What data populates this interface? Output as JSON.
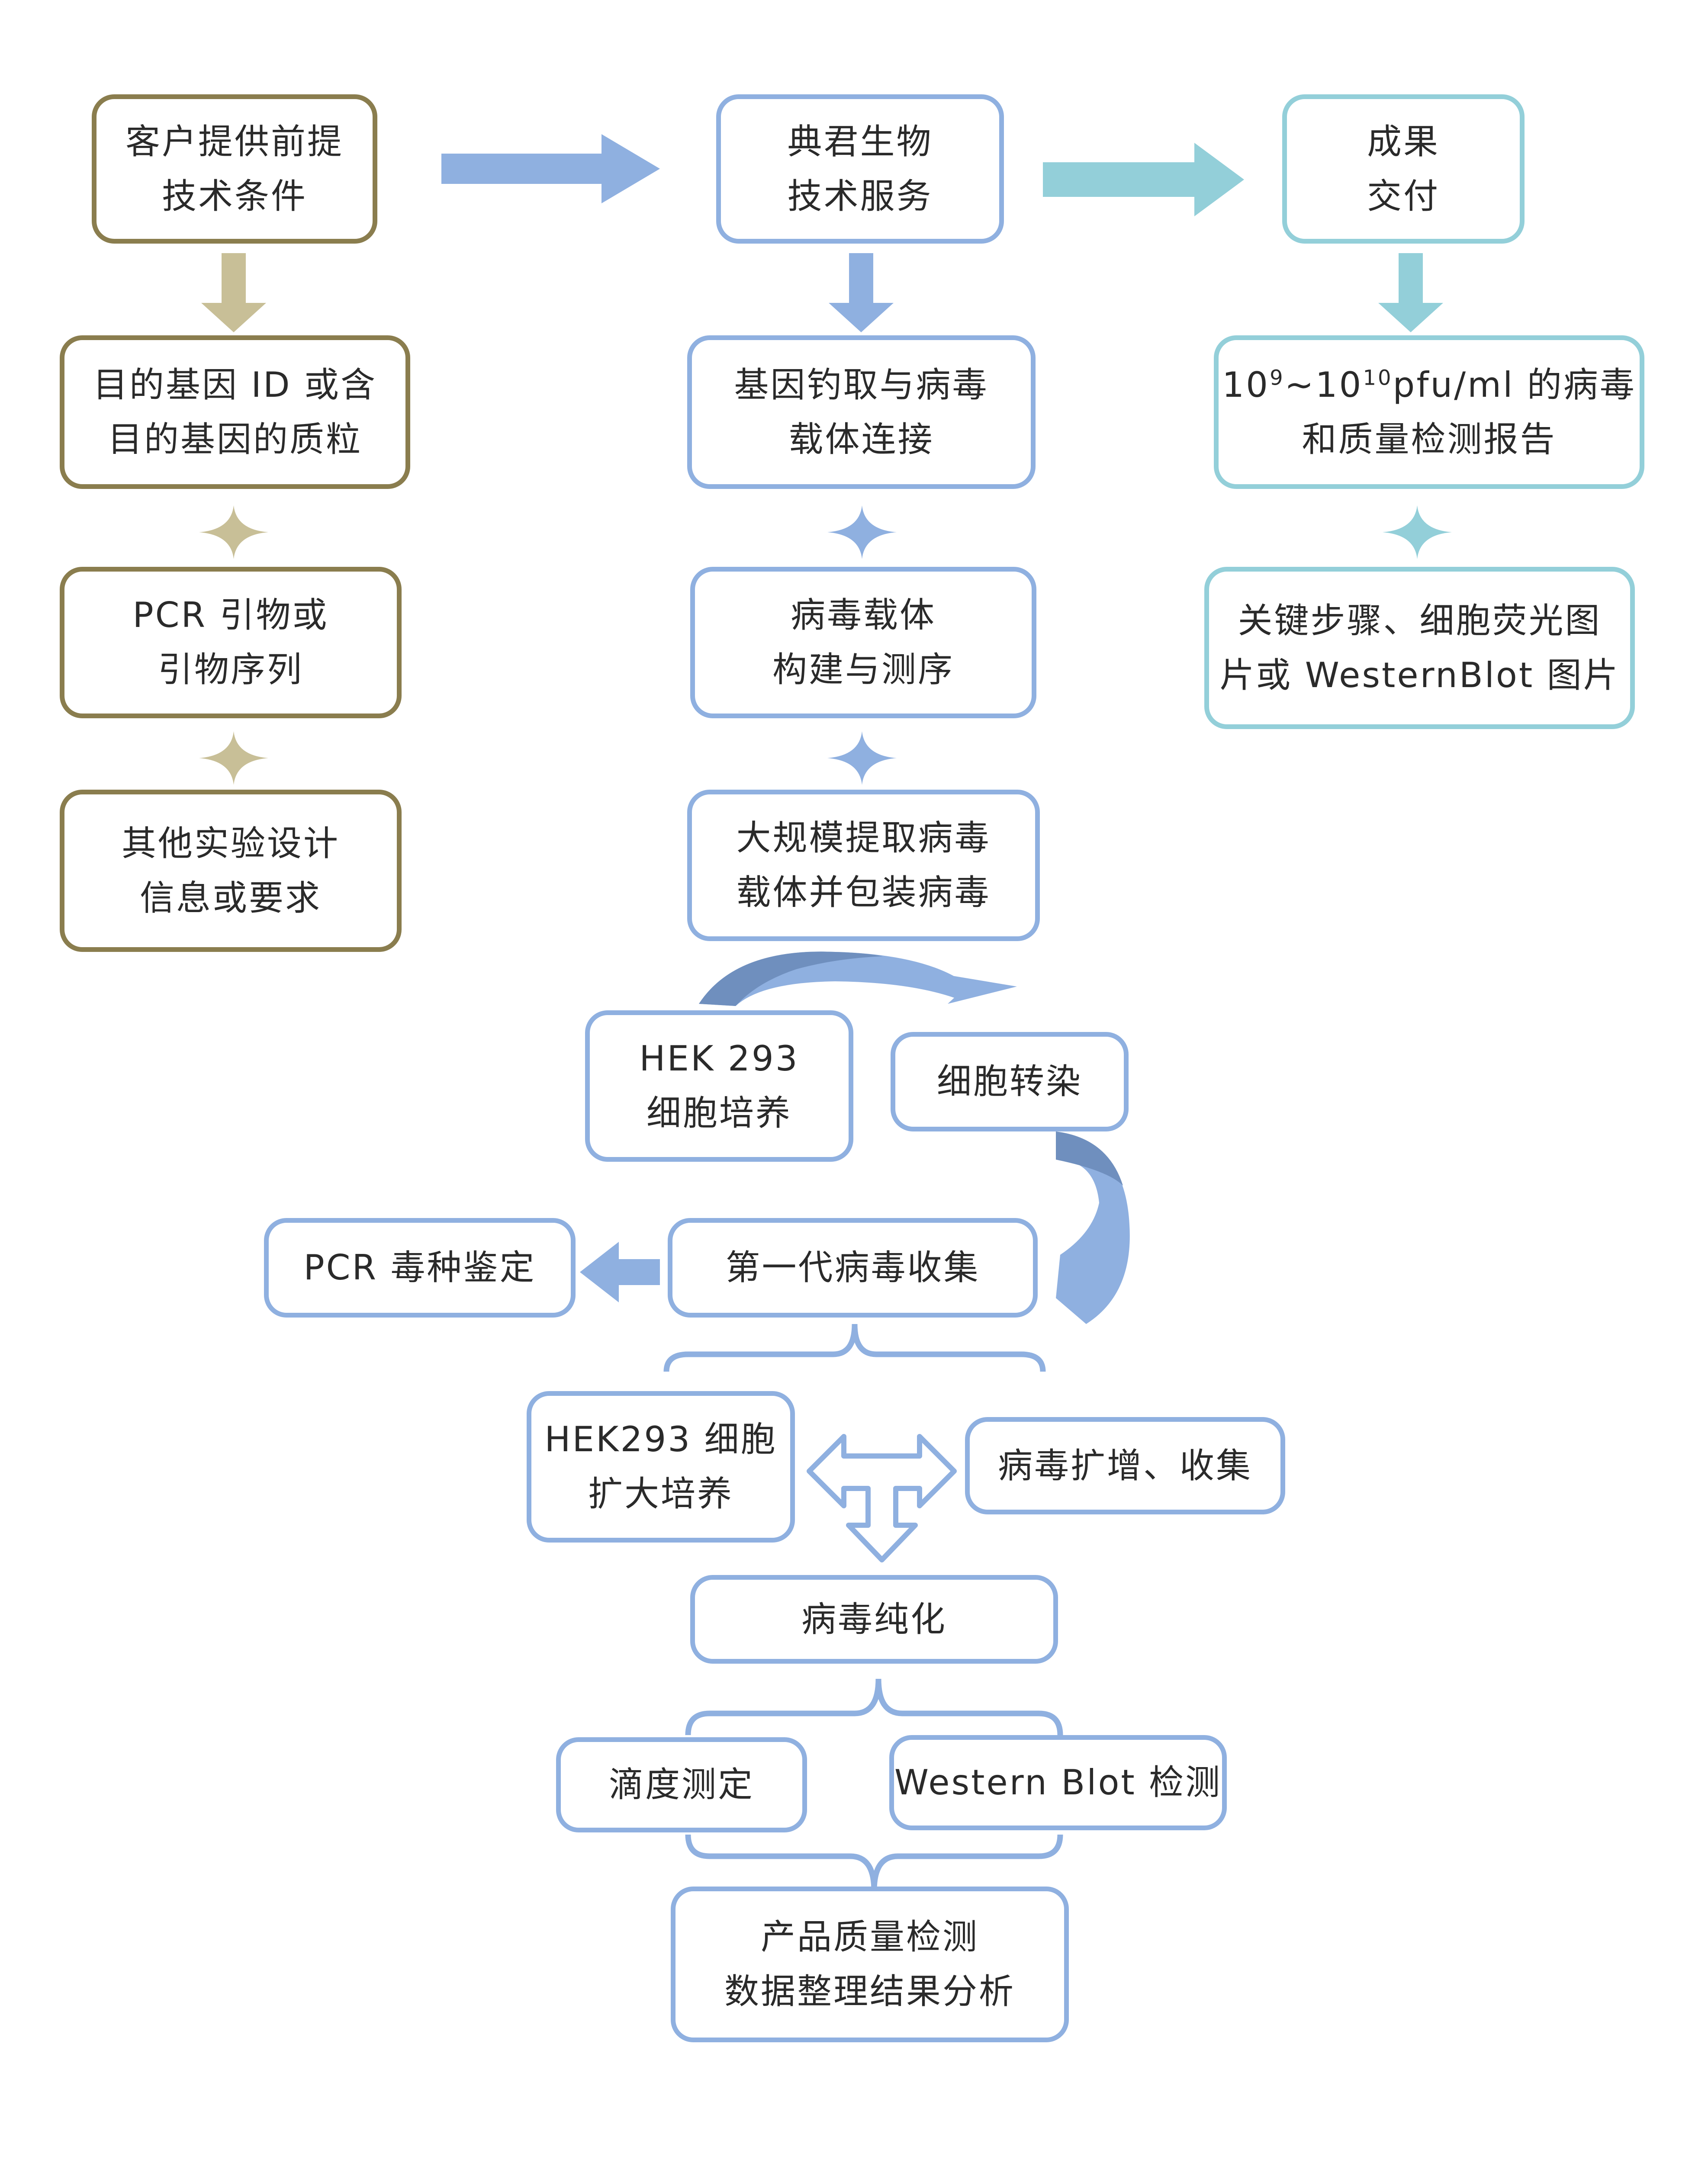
{
  "colors": {
    "olive": "#8a7d4e",
    "olive_light": "#c8bf97",
    "blue": "#8fb0e0",
    "blue_dark": "#6f8fbe",
    "teal": "#93cfd9"
  },
  "left_column": {
    "header": [
      "客户提供前提",
      "技术条件"
    ],
    "items": [
      [
        "目的基因 ID 或含",
        "目的基因的质粒"
      ],
      [
        "PCR 引物或",
        "引物序列"
      ],
      [
        "其他实验设计",
        "信息或要求"
      ]
    ]
  },
  "middle_column": {
    "header": [
      "典君生物",
      "技术服务"
    ],
    "items": [
      [
        "基因钓取与病毒",
        "载体连接"
      ],
      [
        "病毒载体",
        "构建与测序"
      ],
      [
        "大规模提取病毒",
        "载体并包装病毒"
      ]
    ]
  },
  "right_column": {
    "header": [
      "成果",
      "交付"
    ],
    "titer": {
      "base1": "10",
      "exp1": "9",
      "tilde": "~",
      "base2": "10",
      "exp2": "10",
      "suffix": "pfu/ml 的病毒",
      "line2": "和质量检测报告"
    },
    "item2": [
      "关键步骤、细胞荧光图",
      "片或 WesternBlot 图片"
    ]
  },
  "process": {
    "hek293_culture": [
      "HEK 293",
      "细胞培养"
    ],
    "transfection": "细胞转染",
    "pcr_identification": "PCR 毒种鉴定",
    "first_harvest": "第一代病毒收集",
    "hek293_expand": [
      "HEK293 细胞",
      "扩大培养"
    ],
    "amplify": "病毒扩增、收集",
    "purification": "病毒纯化",
    "titer_test": "滴度测定",
    "western_blot": "Western Blot 检测",
    "final": [
      "产品质量检测",
      "数据整理结果分析"
    ]
  }
}
